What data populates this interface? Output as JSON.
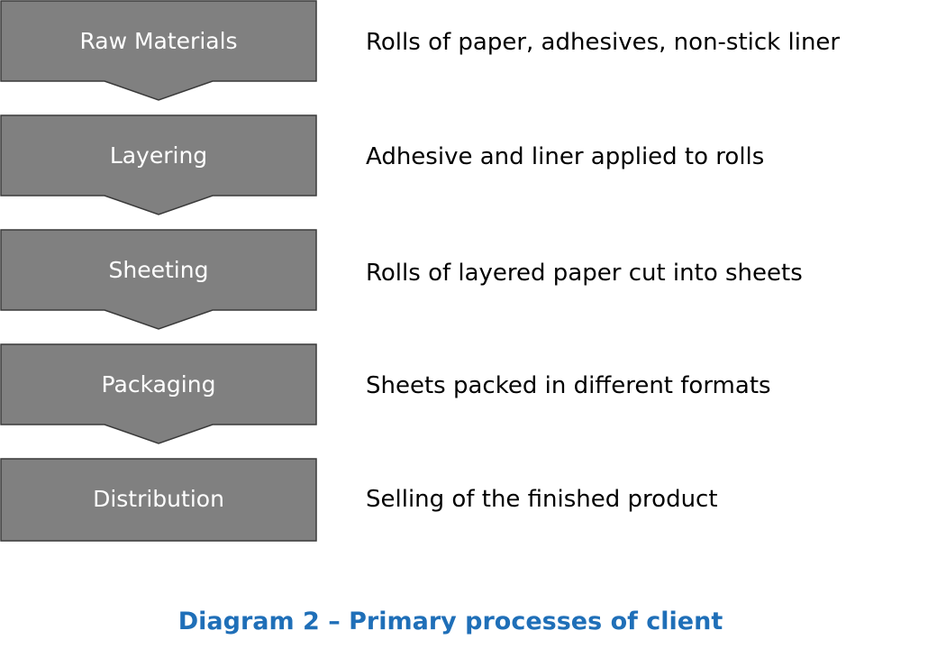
{
  "diagram": {
    "steps": [
      {
        "label": "Raw Materials",
        "description": "Rolls of paper, adhesives, non-stick liner"
      },
      {
        "label": "Layering",
        "description": "Adhesive and liner applied to rolls"
      },
      {
        "label": "Sheeting",
        "description": "Rolls of layered paper cut into sheets"
      },
      {
        "label": "Packaging",
        "description": "Sheets packed in different formats"
      },
      {
        "label": "Distribution",
        "description": "Selling of the finished product"
      }
    ],
    "caption": "Diagram 2 – Primary processes of client"
  },
  "colors": {
    "box_fill": "#808080",
    "box_stroke": "#3a3a3a",
    "box_text": "#ffffff",
    "caption": "#1f6fb8"
  }
}
